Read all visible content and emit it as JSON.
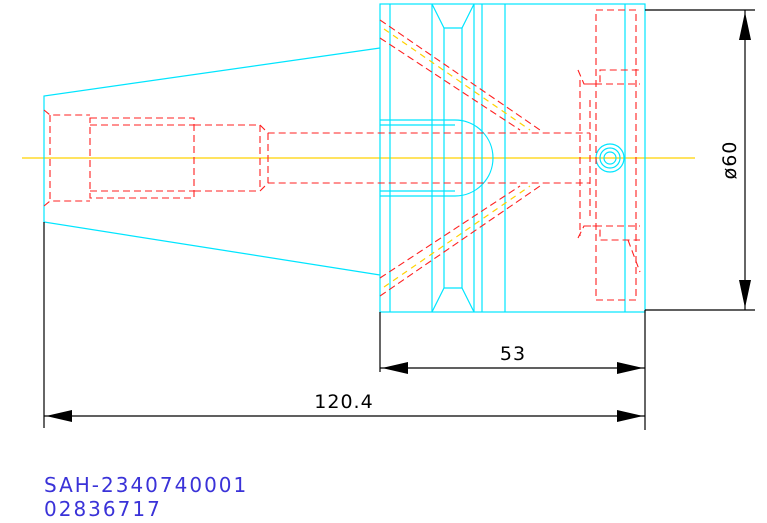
{
  "dimensions": {
    "length_total": "120.4",
    "length_flange": "53",
    "diameter": "ø60"
  },
  "labels": {
    "part_number": "SAH-2340740001",
    "code": "02836717"
  },
  "colors": {
    "outline": "#00e5ff",
    "hidden_lines": "#ff2020",
    "centerline": "#ffd200",
    "dimension": "#000000",
    "label_text": "#3a32d8"
  }
}
